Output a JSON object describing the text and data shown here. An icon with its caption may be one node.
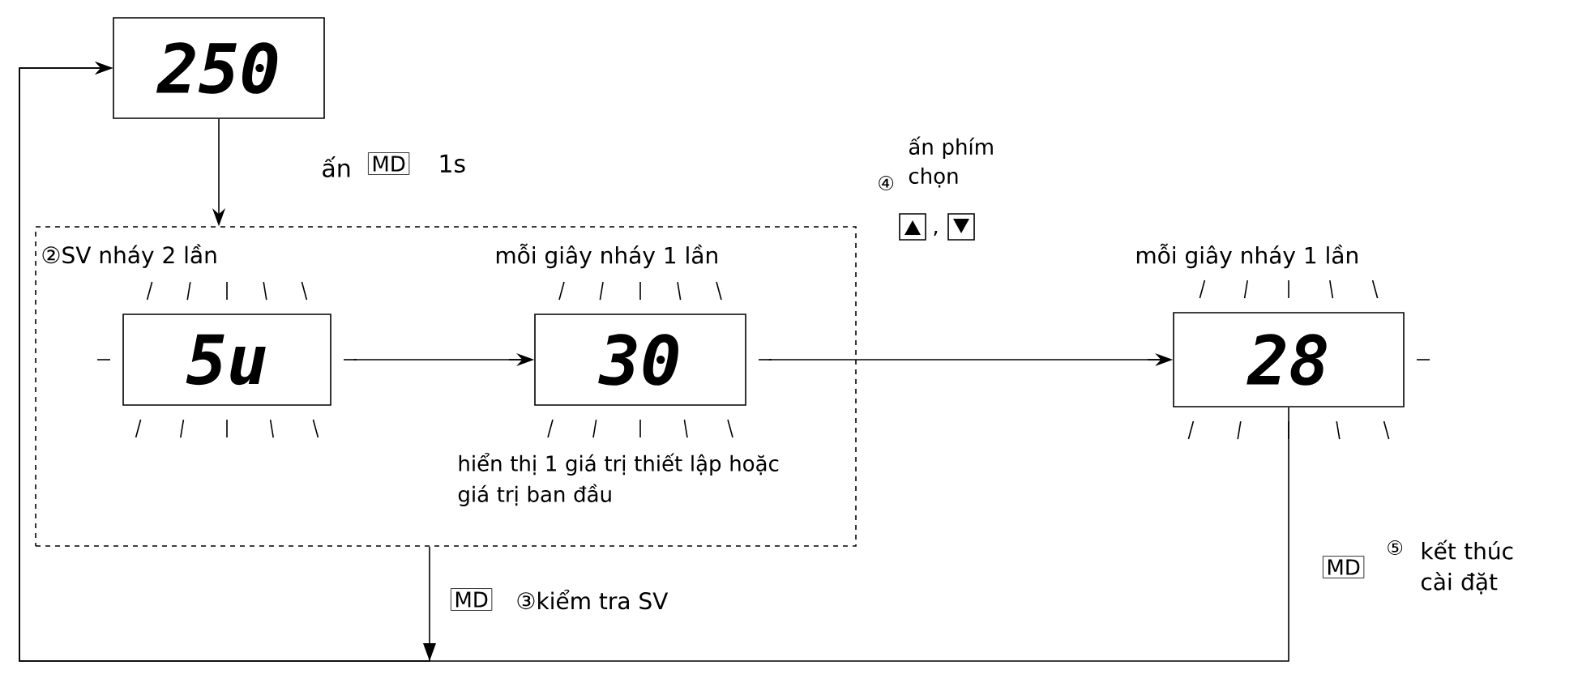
{
  "diagram": {
    "nodes": [
      {
        "text": [
          "250"
        ]
      },
      {
        "text": [],
        "shape": "box"
      },
      {
        "text": [
          "5u"
        ],
        "in": 1,
        "beside": [
          "②SV nháy 2 lần"
        ]
      },
      {
        "text": [
          "30"
        ],
        "in": 1,
        "beside": [
          "mỗi giây nháy 1 lần",
          "hiển thị 1 giá trị thiết lập hoặc giá trị ban đầu"
        ]
      },
      {
        "text": [
          "28"
        ],
        "beside": [
          "mỗi giây nháy 1 lần"
        ]
      }
    ],
    "edges": [
      {
        "from": 0,
        "to": 1,
        "arrow": "to"
      },
      {
        "from": 2,
        "to": 3,
        "arrow": "to"
      },
      {
        "from": 3,
        "to": 4,
        "arrow": "to"
      },
      {
        "from": 1,
        "to": 0,
        "arrow": "to"
      },
      {
        "from": 4,
        "to": 0,
        "arrow": "to"
      }
    ],
    "labels": [
      "ấn",
      "MD",
      "1s",
      "ấn phím chọn",
      "④",
      ",",
      "MD",
      "③kiểm tra SV",
      "MD",
      "⑤",
      "kết thúc cài đặt"
    ]
  }
}
